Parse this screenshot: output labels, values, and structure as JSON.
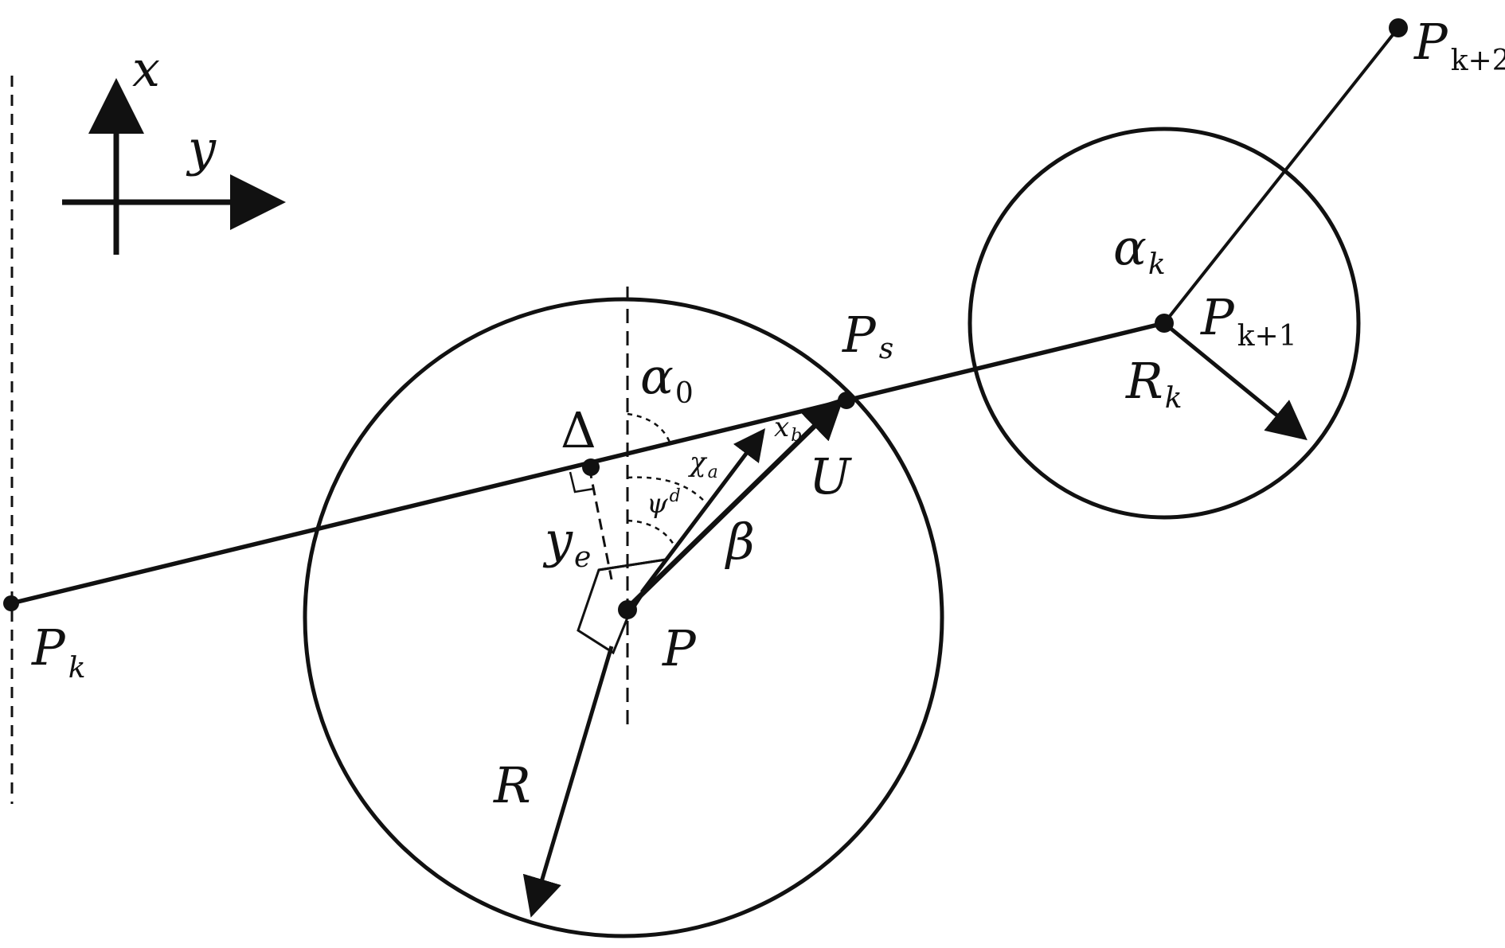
{
  "colors": {
    "ink": "#111111",
    "background": "#ffffff"
  },
  "labels": {
    "axis_x": "x",
    "axis_y": "y",
    "P_k": {
      "main": "P",
      "sub": "k"
    },
    "P_k1": {
      "main": "P",
      "sub": "k+1"
    },
    "P_k2": {
      "main": "P",
      "sub": "k+2"
    },
    "P_s": {
      "main": "P",
      "sub": "s"
    },
    "P": "P",
    "R": "R",
    "R_k": {
      "main": "R",
      "sub": "k"
    },
    "alpha_k": {
      "main": "α",
      "sub": "k"
    },
    "alpha_0": {
      "main": "α",
      "sub": "0"
    },
    "delta": "Δ",
    "y_e": {
      "main": "y",
      "sub": "e"
    },
    "chi_a": {
      "main": "χ",
      "sub": "a"
    },
    "psi_d": {
      "main": "ψ",
      "sup": "d"
    },
    "x_b": {
      "main": "x",
      "sub": "b"
    },
    "U": "U",
    "beta": "β"
  }
}
